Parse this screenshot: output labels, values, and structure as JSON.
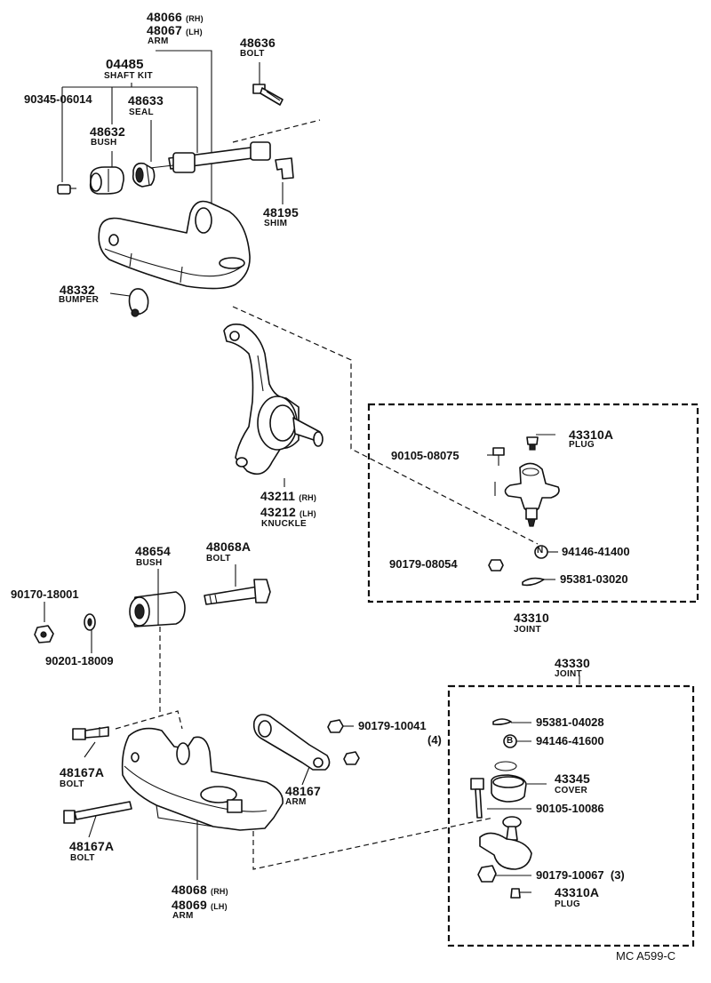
{
  "callouts": {
    "upper_arm": {
      "num1": "48066",
      "q1": "(RH)",
      "num2": "48067",
      "q2": "(LH)",
      "name": "ARM"
    },
    "shaft_kit": {
      "num": "04485",
      "name": "SHAFT KIT"
    },
    "bolt_upper": {
      "num": "48636",
      "name": "BOLT"
    },
    "small_bolt": {
      "num": "90345-06014"
    },
    "seal": {
      "num": "48633",
      "name": "SEAL"
    },
    "bush_upper": {
      "num": "48632",
      "name": "BUSH"
    },
    "shim": {
      "num": "48195",
      "name": "SHIM"
    },
    "bumper": {
      "num": "48332",
      "name": "BUMPER"
    },
    "knuckle": {
      "num1": "43211",
      "q1": "(RH)",
      "num2": "43212",
      "q2": "(LH)",
      "name": "KNUCKLE"
    },
    "bush_lower": {
      "num": "48654",
      "name": "BUSH"
    },
    "bolt_lower": {
      "num": "48068A",
      "name": "BOLT"
    },
    "nut_18001": {
      "num": "90170-18001"
    },
    "washer_18009": {
      "num": "90201-18009"
    },
    "upper_joint_bolt": {
      "num": "90105-08075"
    },
    "plug_upper": {
      "num": "43310A",
      "name": "PLUG"
    },
    "nut_41400": {
      "num": "94146-41400"
    },
    "nut_08054": {
      "num": "90179-08054"
    },
    "pin_03020": {
      "num": "95381-03020"
    },
    "joint_upper": {
      "num": "43310",
      "name": "JOINT"
    },
    "joint_lower": {
      "num": "43330",
      "name": "JOINT"
    },
    "pin_04028": {
      "num": "95381-04028"
    },
    "nut_41600": {
      "num": "94146-41600"
    },
    "nut_10041": {
      "num": "90179-10041",
      "qty": "(4)"
    },
    "cover": {
      "num": "43345",
      "name": "COVER"
    },
    "bolt_10086": {
      "num": "90105-10086"
    },
    "bolt_48167a_top": {
      "num": "48167A",
      "name": "BOLT"
    },
    "strut_arm": {
      "num": "48167",
      "name": "ARM"
    },
    "bolt_48167a_bottom": {
      "num": "48167A",
      "name": "BOLT"
    },
    "nut_10067": {
      "num": "90179-10067",
      "qty": "(3)"
    },
    "lower_arm": {
      "num1": "48068",
      "q1": "(RH)",
      "num2": "48069",
      "q2": "(LH)",
      "name": "ARM"
    },
    "plug_lower": {
      "num": "43310A",
      "name": "PLUG"
    }
  },
  "symbols": {
    "castle_nut_small": "N",
    "castle_nut_large": "B"
  },
  "figure_ref": "MC A599-C"
}
